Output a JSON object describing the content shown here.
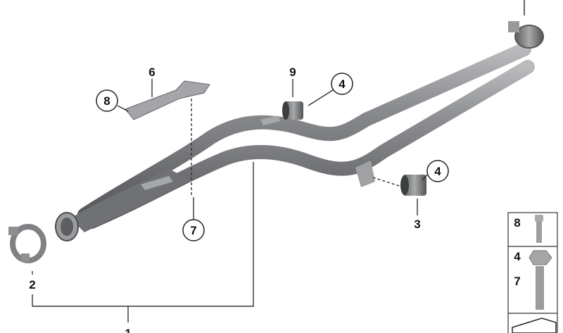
{
  "callouts": {
    "c1": "1",
    "c2": "2",
    "c3": "3",
    "c4a": "4",
    "c4b": "4",
    "c6": "6",
    "c7": "7",
    "c8": "8",
    "c9": "9"
  },
  "fastener_table": {
    "row1": [
      "8"
    ],
    "row2": [
      "4",
      "7"
    ]
  },
  "colors": {
    "pipe": "#7d7f82",
    "line": "#333333"
  }
}
